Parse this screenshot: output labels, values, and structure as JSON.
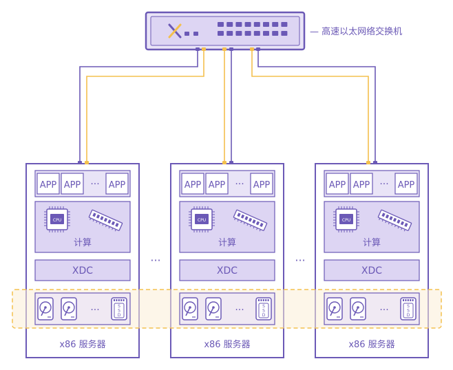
{
  "colors": {
    "purple": "#6b59b6",
    "purple_light": "#e9e4f7",
    "purple_fill": "#ddd5f3",
    "purple_mid": "#c9bdee",
    "yellow": "#f3c04e",
    "yellow_fill": "#fbefd7",
    "white": "#ffffff"
  },
  "switch": {
    "label": "— 高速以太网络交换机",
    "logo_icon": "x-logo-icon",
    "port_icon": "port-icon"
  },
  "servers": [
    {
      "apps": [
        "APP",
        "APP",
        "APP"
      ],
      "app_ellipsis": "···",
      "compute_label": "计算",
      "cpu_label": "CPU",
      "xdc_label": "XDC",
      "disk_ellipsis": "···",
      "ssd_label": "SSD",
      "name": "x86 服务器"
    },
    {
      "apps": [
        "APP",
        "APP",
        "APP"
      ],
      "app_ellipsis": "···",
      "compute_label": "计算",
      "cpu_label": "CPU",
      "xdc_label": "XDC",
      "disk_ellipsis": "···",
      "ssd_label": "SSD",
      "name": "x86 服务器"
    },
    {
      "apps": [
        "APP",
        "APP",
        "APP"
      ],
      "app_ellipsis": "···",
      "compute_label": "计算",
      "cpu_label": "CPU",
      "xdc_label": "XDC",
      "disk_ellipsis": "···",
      "ssd_label": "SSD",
      "name": "x86 服务器"
    }
  ],
  "between_ellipsis": [
    "···",
    "···"
  ]
}
